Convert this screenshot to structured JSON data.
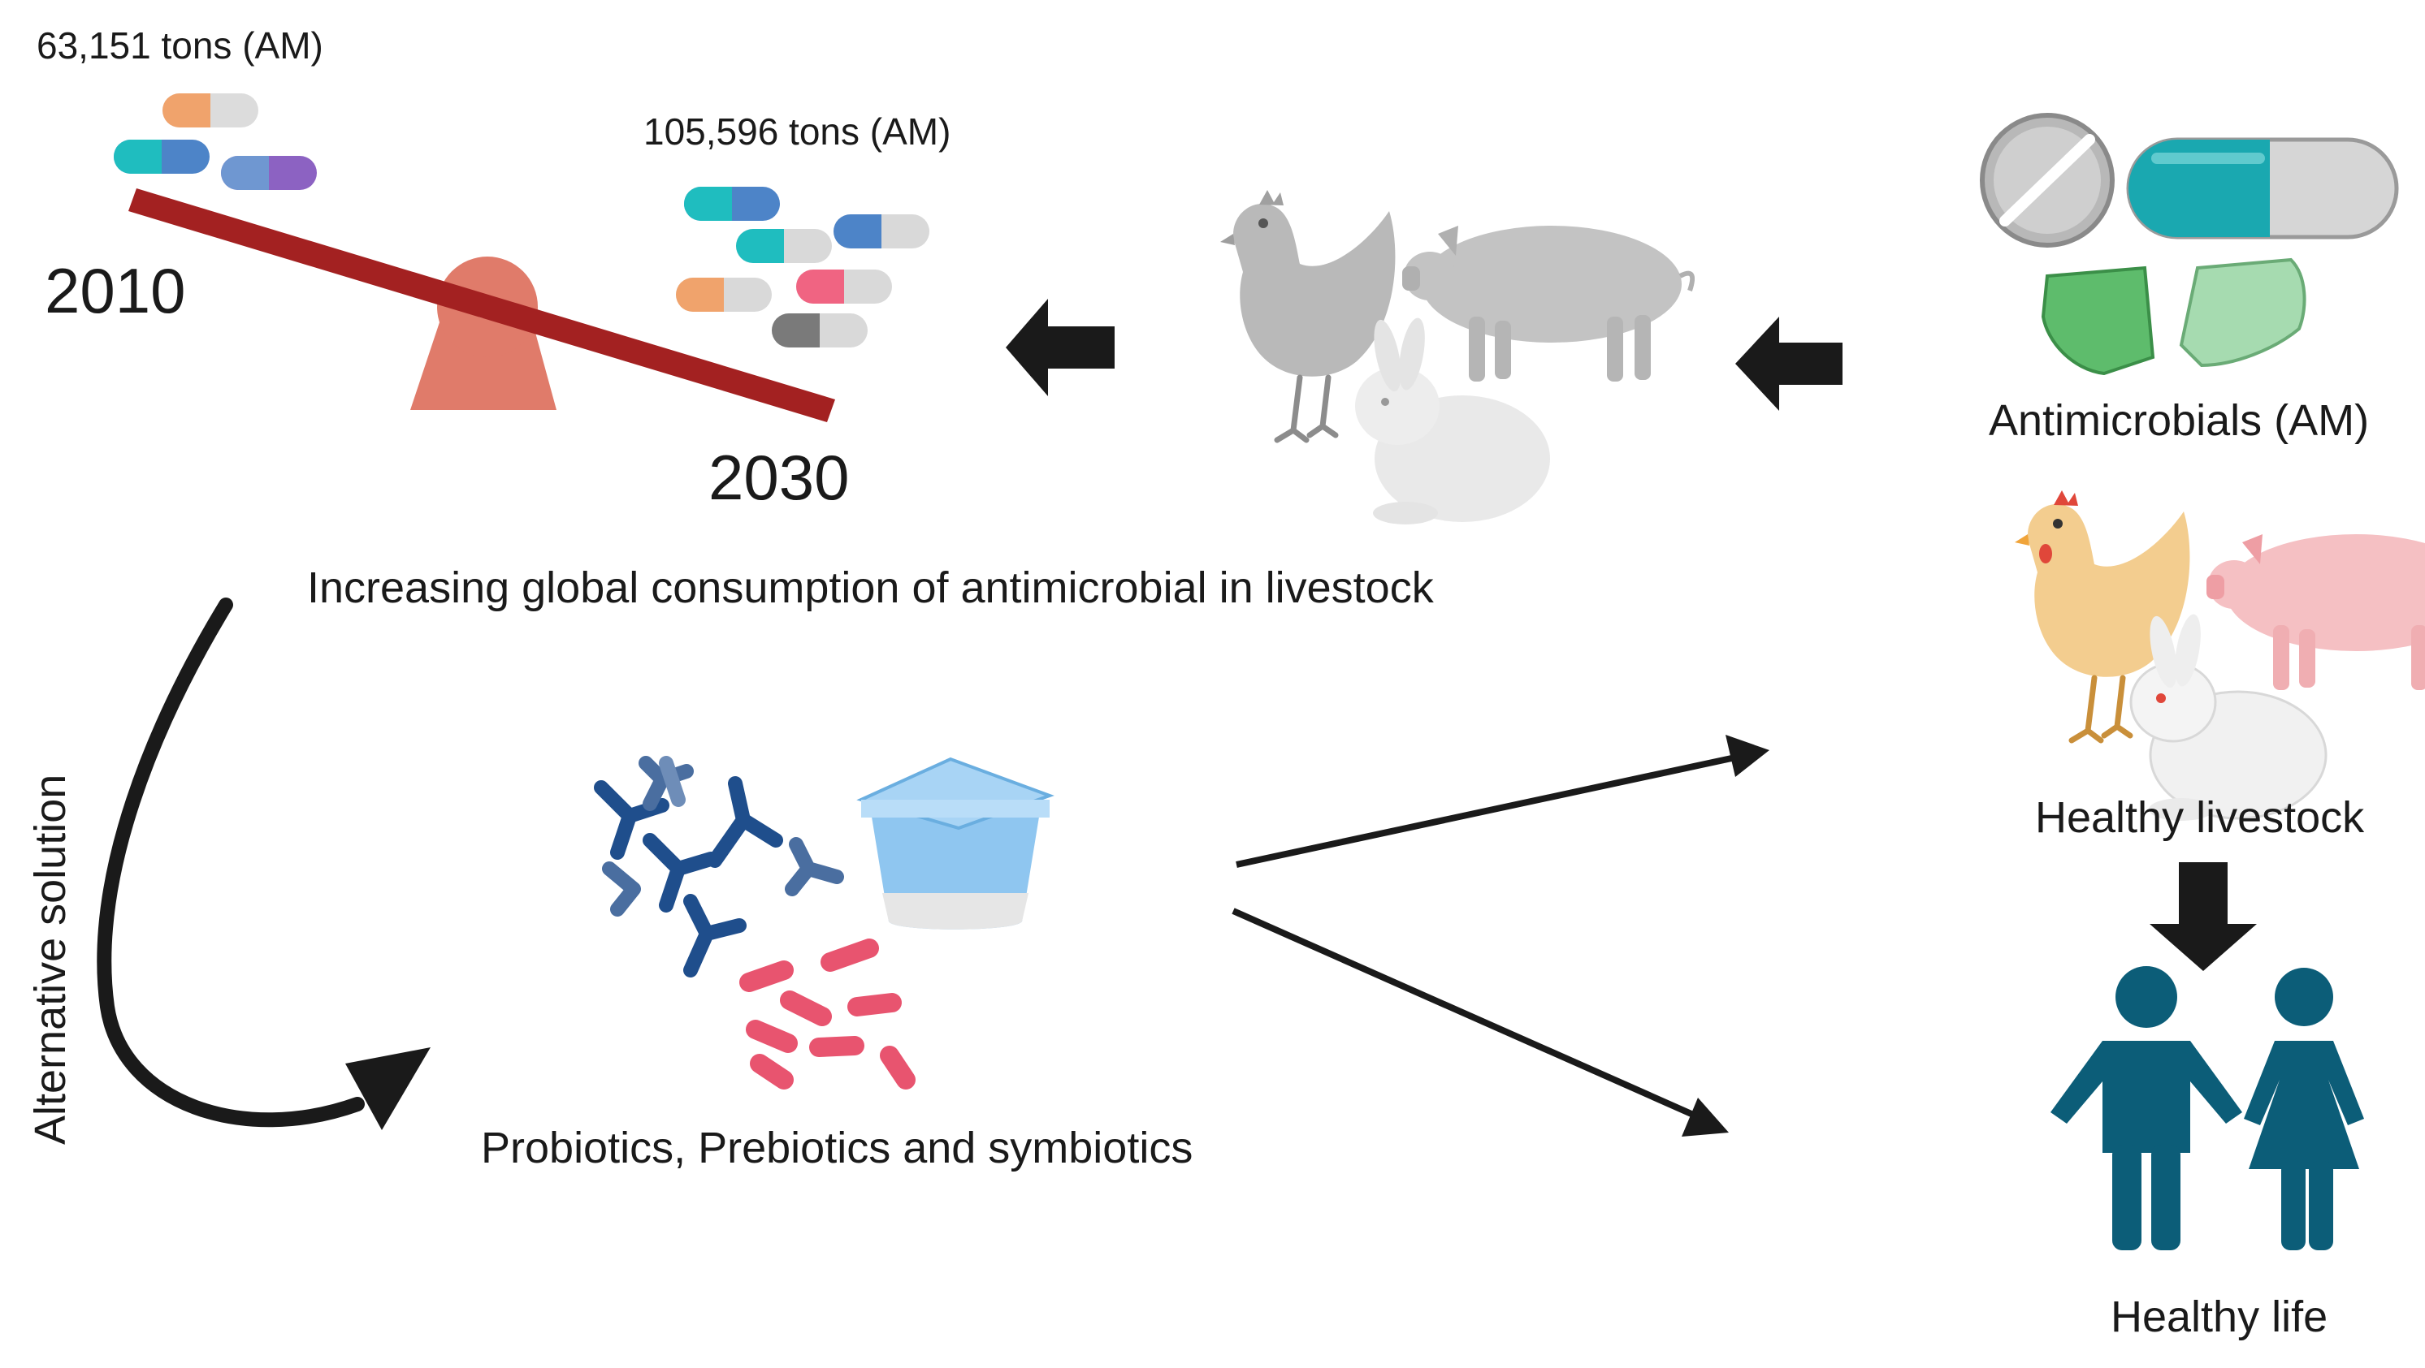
{
  "amounts": {
    "amount_2010": "63,151 tons (AM)",
    "amount_2030": "105,596 tons (AM)"
  },
  "years": {
    "start": "2010",
    "end": "2030"
  },
  "labels": {
    "increasing": "Increasing global consumption of antimicrobial in livestock",
    "alternative": "Alternative solution",
    "probiotics": "Probiotics, Prebiotics and symbiotics",
    "antimicrobials": "Antimicrobials (AM)",
    "healthy_livestock": "Healthy livestock",
    "healthy_life": "Healthy life"
  },
  "colors": {
    "seesaw_beam": "#a32121",
    "seesaw_fulcrum": "#e07b6a",
    "human": "#0c5d78",
    "arrow": "#1a1a1a",
    "bacteria_blue": "#1f4e8c",
    "bacteria_pink": "#e8546f",
    "yogurt": "#8fc6f0"
  }
}
